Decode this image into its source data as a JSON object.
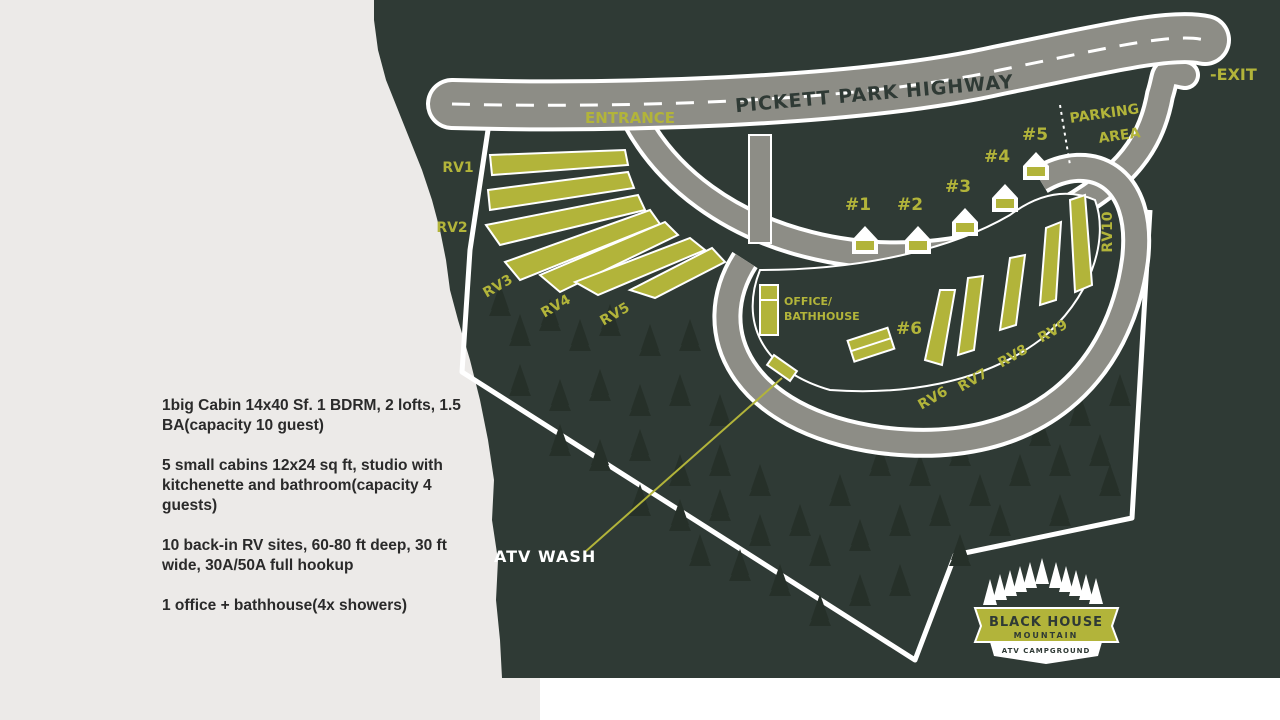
{
  "colors": {
    "background": "#eceae8",
    "map_dark": "#2f3a35",
    "road_gray": "#8d8d86",
    "road_outline": "#ffffff",
    "accent_yellow": "#b2b43a",
    "tree_dark": "#263029",
    "text_dark": "#2a2a2a"
  },
  "map": {
    "highway": "PICKETT PARK HIGHWAY",
    "exit": "-EXIT",
    "entrance": "ENTRANCE",
    "parking": "PARKING AREA",
    "office": "OFFICE/ BATHHOUSE",
    "atv_wash": "ATV WASH",
    "cabins": [
      "#1",
      "#2",
      "#3",
      "#4",
      "#5",
      "#6"
    ],
    "rv_sites": [
      "RV1",
      "RV2",
      "RV3",
      "RV4",
      "RV5",
      "RV6",
      "RV7",
      "RV8",
      "RV9",
      "RV10"
    ]
  },
  "logo": {
    "title": "BLACK HOUSE",
    "subtitle": "MOUNTAIN",
    "ribbon": "ATV CAMPGROUND"
  },
  "info": [
    "1big Cabin 14x40 Sf. 1 BDRM, 2 lofts, 1.5 BA(capacity 10 guest)",
    "5 small cabins 12x24 sq ft, studio with kitchenette and bathroom(capacity 4 guests)",
    "10 back-in RV sites, 60-80 ft deep, 30 ft wide, 30A/50A full hookup",
    "1 office + bathhouse(4x showers)"
  ]
}
